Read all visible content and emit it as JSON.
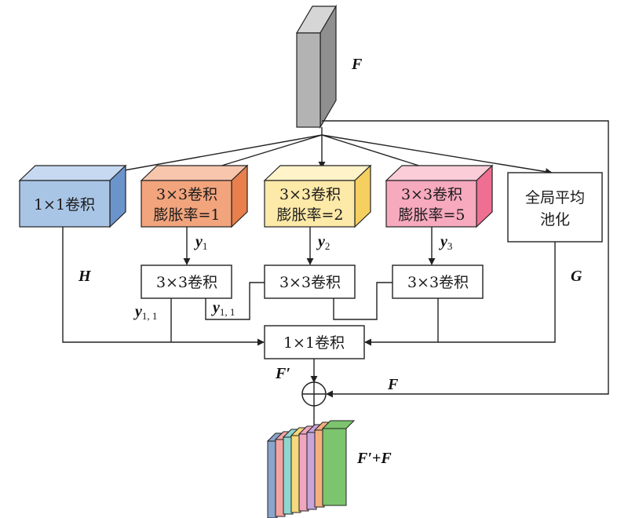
{
  "colors": {
    "input_front": "#b3b3b3",
    "input_side": "#8f8f8f",
    "input_top": "#d6d6d6",
    "conv1_front": "#a9c5e6",
    "conv1_side": "#6b94cb",
    "conv1_top": "#c6d9f0",
    "d1_front": "#f2a47d",
    "d1_side": "#e87f4c",
    "d1_top": "#f7c6ad",
    "d2_front": "#fde9a8",
    "d2_side": "#f5cf60",
    "d2_top": "#fff3c9",
    "d3_front": "#f7a9be",
    "d3_side": "#ee6f91",
    "d3_top": "#fbcdd9",
    "stack": [
      "#8aa4cc",
      "#f4a3a3",
      "#8fd6cf",
      "#f5d97c",
      "#f0a6c0",
      "#c7a4dc",
      "#f3b07e",
      "#7cc46e"
    ]
  },
  "labels": {
    "F_input": "F",
    "H": "H",
    "G": "G",
    "y1_var": "y",
    "y1_sub": "1",
    "y2_var": "y",
    "y2_sub": "2",
    "y3_var": "y",
    "y3_sub": "3",
    "y11a_var": "y",
    "y11a_sub": "1, 1",
    "y11b_var": "y",
    "y11b_sub": "1, 1",
    "Fprime": "F′",
    "F_skip": "F",
    "output_prime": "F′",
    "output_plus": "+",
    "output_F": "F"
  },
  "blocks": {
    "conv1x1": "1×1卷积",
    "dil1_line1": "3×3卷积",
    "dil1_line2": "膨胀率=1",
    "dil2_line1": "3×3卷积",
    "dil2_line2": "膨胀率=2",
    "dil3_line1": "3×3卷积",
    "dil3_line2": "膨胀率=5",
    "gap_line1": "全局平均",
    "gap_line2": "池化",
    "convA": "3×3卷积",
    "convB": "3×3卷积",
    "convC": "3×3卷积",
    "fuse": "1×1卷积"
  }
}
